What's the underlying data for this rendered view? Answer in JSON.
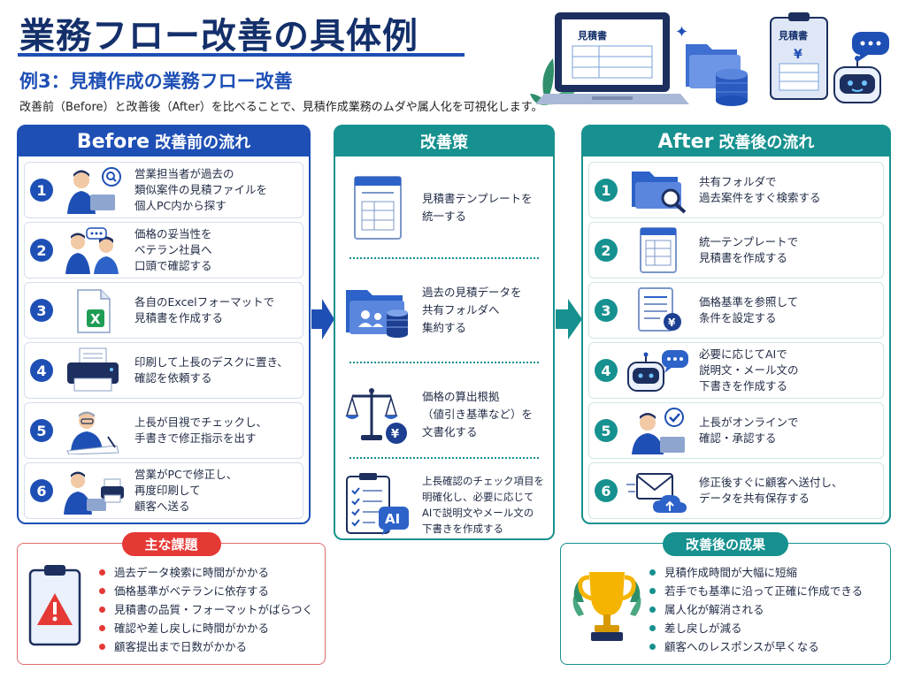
{
  "header": {
    "title": "業務フロー改善の具体例",
    "subtitle": "例3：見積作成の業務フロー改善",
    "description": "改善前（Before）と改善後（After）を比べることで、見積作成業務のムダや属人化を可視化します。",
    "illustration_doc_label_1": "見積書",
    "illustration_doc_label_2": "見積書",
    "illustration_yen": "¥"
  },
  "before": {
    "title_en": "Before",
    "title_ja": "改善前の流れ",
    "steps": [
      {
        "num": "1",
        "text": "営業担当者が過去の\n類似案件の見積ファイルを\n個人PC内から探す",
        "icon": "person-laptop-search-icon"
      },
      {
        "num": "2",
        "text": "価格の妥当性を\nベテラン社員へ\n口頭で確認する",
        "icon": "two-people-talking-icon"
      },
      {
        "num": "3",
        "text": "各自のExcelフォーマットで\n見積書を作成する",
        "icon": "excel-file-icon"
      },
      {
        "num": "4",
        "text": "印刷して上長のデスクに置き、\n確認を依頼する",
        "icon": "printer-icon"
      },
      {
        "num": "5",
        "text": "上長が目視でチェックし、\n手書きで修正指示を出す",
        "icon": "manager-writing-icon"
      },
      {
        "num": "6",
        "text": "営業がPCで修正し、\n再度印刷して\n顧客へ送る",
        "icon": "person-printer-icon"
      }
    ]
  },
  "measures": {
    "title": "改善策",
    "items": [
      {
        "text": "見積書テンプレートを\n統一する",
        "icon": "template-document-icon"
      },
      {
        "text": "過去の見積データを\n共有フォルダへ\n集約する",
        "icon": "shared-folder-database-icon"
      },
      {
        "text": "価格の算出根拠\n（値引き基準など）を\n文書化する",
        "icon": "scale-yen-icon"
      },
      {
        "text": "上長確認のチェック項目を\n明確化し、必要に応じて\nAIで説明文やメール文の\n下書きを作成する",
        "icon": "checklist-ai-icon",
        "ai_label": "AI"
      }
    ]
  },
  "after": {
    "title_en": "After",
    "title_ja": "改善後の流れ",
    "steps": [
      {
        "num": "1",
        "text": "共有フォルダで\n過去案件をすぐ検索する",
        "icon": "folder-search-icon"
      },
      {
        "num": "2",
        "text": "統一テンプレートで\n見積書を作成する",
        "icon": "template-icon"
      },
      {
        "num": "3",
        "text": "価格基準を参照して\n条件を設定する",
        "icon": "document-yen-icon"
      },
      {
        "num": "4",
        "text": "必要に応じてAIで\n説明文・メール文の\n下書きを作成する",
        "icon": "robot-chat-icon"
      },
      {
        "num": "5",
        "text": "上長がオンラインで\n確認・承認する",
        "icon": "manager-approve-icon"
      },
      {
        "num": "6",
        "text": "修正後すぐに顧客へ送付し、\nデータを共有保存する",
        "icon": "mail-cloud-upload-icon"
      }
    ]
  },
  "issues": {
    "title": "主な課題",
    "items": [
      "過去データ検索に時間がかかる",
      "価格基準がベテランに依存する",
      "見積書の品質・フォーマットがばらつく",
      "確認や差し戻しに時間がかかる",
      "顧客提出まで日数がかかる"
    ]
  },
  "results": {
    "title": "改善後の成果",
    "items": [
      "見積作成時間が大幅に短縮",
      "若手でも基準に沿って正確に作成できる",
      "属人化が解消される",
      "差し戻しが減る",
      "顧客へのレスポンスが早くなる"
    ]
  },
  "colors": {
    "navy": "#14306b",
    "blue": "#1e4fb5",
    "teal": "#16918f",
    "red": "#e53935"
  }
}
